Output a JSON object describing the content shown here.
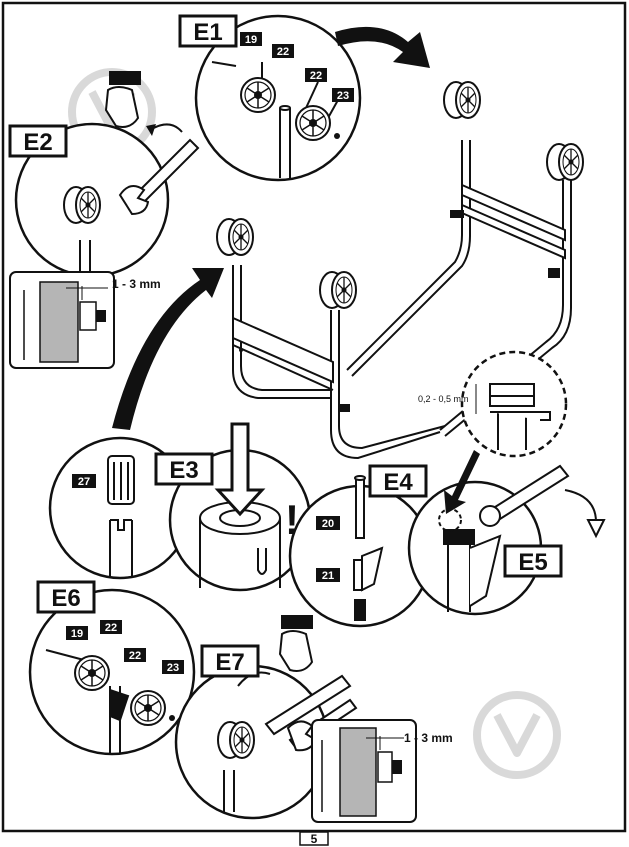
{
  "page_number": "5",
  "steps": {
    "e1": "E1",
    "e2": "E2",
    "e3": "E3",
    "e4": "E4",
    "e5": "E5",
    "e6": "E6",
    "e7": "E7"
  },
  "parts": {
    "p19": "19",
    "p20": "20",
    "p21": "21",
    "p22": "22",
    "p23": "23",
    "p27": "27"
  },
  "dimensions": {
    "gap_top": "1 - 3 mm",
    "gap_bottom": "1 - 3 mm",
    "clearance": "0,2 - 0,5 mm"
  },
  "warning_symbol": "!",
  "colors": {
    "ink": "#111111",
    "frame": "#ffffff",
    "watermark": "#d9d9d9",
    "shade": "#b5b5b5"
  }
}
